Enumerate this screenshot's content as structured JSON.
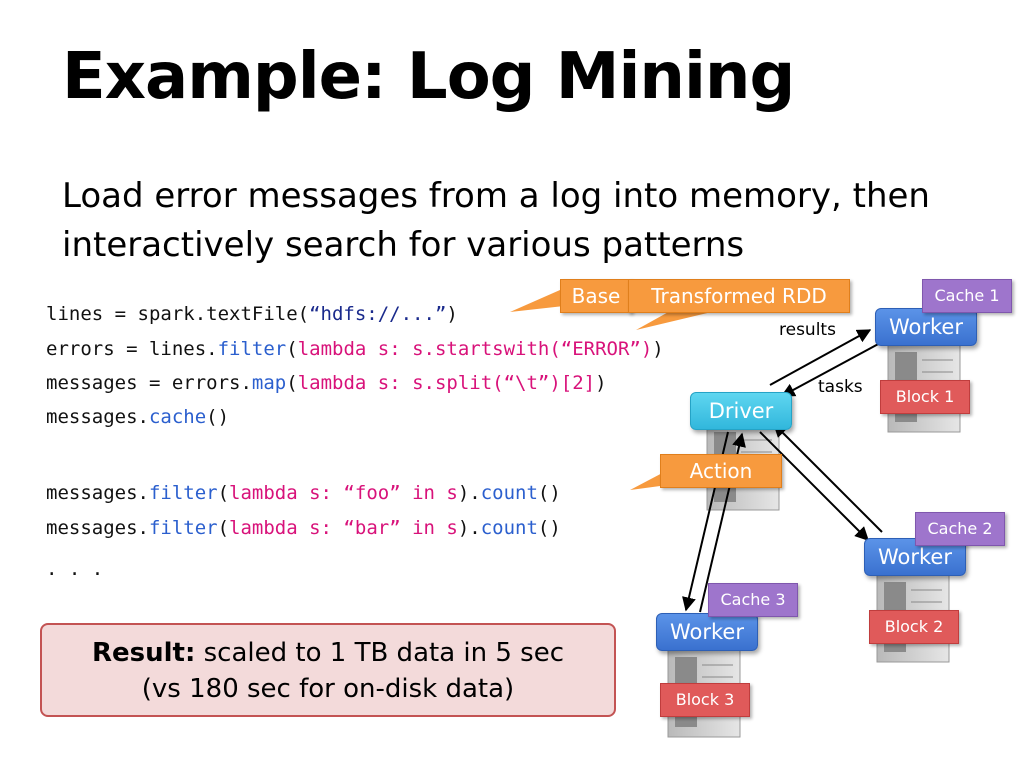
{
  "slide": {
    "title": "Example: Log Mining",
    "subtitle": "Load error messages from a log into memory, then interactively search for various patterns"
  },
  "code": {
    "line1": {
      "a": "lines = spark.textFile(",
      "b": "“hdfs://...”",
      "c": ")"
    },
    "line2": {
      "a": "errors = lines.",
      "b": "filter",
      "c": "(",
      "d": "lambda s: s.startswith(“ERROR”)",
      "e": ")"
    },
    "line3": {
      "a": "messages = errors.",
      "b": "map",
      "c": "(",
      "d": "lambda s: s.split(“\\t”)[2]",
      "e": ")"
    },
    "line4": {
      "a": "messages.",
      "b": "cache",
      "c": "()"
    },
    "line5": {
      "a": "messages.",
      "b": "filter",
      "c": "(",
      "d": "lambda s: “foo” in s",
      "e": ").",
      "f": "count",
      "g": "()"
    },
    "line6": {
      "a": "messages.",
      "b": "filter",
      "c": "(",
      "d": "lambda s: “bar” in s",
      "e": ").",
      "f": "count",
      "g": "()"
    },
    "line7": ". . ."
  },
  "callouts": {
    "base": "Base",
    "transformed": "Transformed RDD",
    "action": "Action"
  },
  "diagram": {
    "driver": "Driver",
    "worker1": "Worker",
    "worker2": "Worker",
    "worker3": "Worker",
    "cache1": "Cache 1",
    "cache2": "Cache 2",
    "cache3": "Cache 3",
    "block1": "Block 1",
    "block2": "Block 2",
    "block3": "Block 3",
    "results_label": "results",
    "tasks_label": "tasks"
  },
  "result": {
    "bold": "Result:",
    "line1": "scaled to 1 TB data in 5 sec",
    "line2": "(vs 180 sec for on-disk data)"
  },
  "colors": {
    "callout": "#f79a3e",
    "worker": "#3a71cf",
    "driver": "#31b7dc",
    "cache": "#9e75cc",
    "block": "#e05a5a",
    "keyword": "#2b5fce",
    "lambda": "#d8127a",
    "result_bg": "#f3dada",
    "result_border": "#c35353"
  }
}
